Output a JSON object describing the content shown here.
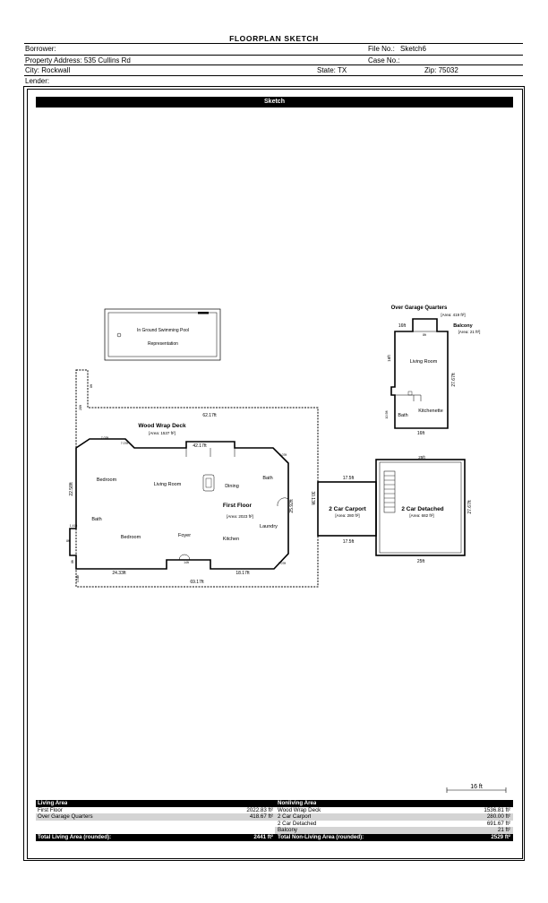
{
  "document": {
    "title": "FLOORPLAN SKETCH"
  },
  "header": {
    "borrower_label": "Borrower:",
    "borrower_value": "",
    "file_no_label": "File No.:",
    "file_no_value": "Sketch6",
    "property_address_label": "Property Address:",
    "property_address_value": "535 Cullins Rd",
    "case_no_label": "Case No.:",
    "case_no_value": "",
    "city_label": "City:",
    "city_value": "Rockwall",
    "state_label": "State:",
    "state_value": "TX",
    "zip_label": "Zip:",
    "zip_value": "75032",
    "lender_label": "Lender:",
    "lender_value": ""
  },
  "sketch": {
    "bar_title": "Sketch",
    "pool": {
      "line1": "In Ground Swimming Pool",
      "line2": "Representation"
    },
    "main_house": {
      "deck_name": "Wood Wrap Deck",
      "deck_area": "[Area: 1537 ft²]",
      "floor_name": "First Floor",
      "floor_area": "[Area: 2023 ft²]",
      "rooms": [
        "Bedroom",
        "Living Room",
        "Dining",
        "Bath",
        "Bath",
        "Bedroom",
        "Foyer",
        "Kitchen",
        "Laundry"
      ],
      "dims": {
        "deck_top": "62.17ft",
        "floor_top": "42.17ft",
        "left_side": "22.58ft",
        "right_side": "25.92ft",
        "bottom_left": "24.33ft",
        "bottom_right": "18.17ft",
        "deck_bottom": "69.17ft",
        "carport_side": "30.13ft",
        "ext_left": "28ft",
        "ext_top": "8ft",
        "notch_l": "7.07ft",
        "notch_r": "7.07ft",
        "bay_r": "7.07ft",
        "bay_br": "7.07ft",
        "small1": "14ft",
        "small2": "8ft",
        "small3": "8ft",
        "small4": "3.54ft",
        "small5": "1.41ft"
      }
    },
    "carport": {
      "name": "2 Car Carport",
      "area": "[Area: 280 ft²]",
      "dim_top": "17.5ft",
      "dim_bottom": "17.5ft"
    },
    "garage": {
      "name": "2 Car Detached",
      "area": "[Area: 682 ft²]",
      "dim_top": "25ft",
      "dim_bottom": "25ft",
      "dim_right": "27.67ft"
    },
    "quarters": {
      "name": "Over Garage Quarters",
      "area": "[Area: 419 ft²]",
      "balcony_name": "Balcony",
      "balcony_area": "[Area: 21 ft²]",
      "rooms": [
        "Living Room",
        "Bath",
        "Kitchenette"
      ],
      "dim_top": "16ft",
      "dim_bottom": "16ft",
      "dim_right": "27.67ft",
      "dim_left": "16ft",
      "dim_left2": "10.5ft",
      "dim_bal": "8ft"
    },
    "scale": "16 ft"
  },
  "summary": {
    "living_header": "Living Area",
    "nonliving_header": "Nonliving Area",
    "living_rows": [
      {
        "name": "First Floor",
        "value": "2022.83 ft²"
      },
      {
        "name": "Over Garage Quarters",
        "value": "418.67 ft²"
      }
    ],
    "nonliving_rows": [
      {
        "name": "Wood Wrap Deck",
        "value": "1536.81 ft²"
      },
      {
        "name": "2 Car Carport",
        "value": "280.00 ft²"
      },
      {
        "name": "2 Car Detached",
        "value": "691.67 ft²"
      },
      {
        "name": "Balcony",
        "value": "21 ft²"
      }
    ],
    "total_living_label": "Total Living Area (rounded):",
    "total_living_value": "2441 ft²",
    "total_nonliving_label": "Total Non-Living Area (rounded):",
    "total_nonliving_value": "2529 ft²"
  }
}
